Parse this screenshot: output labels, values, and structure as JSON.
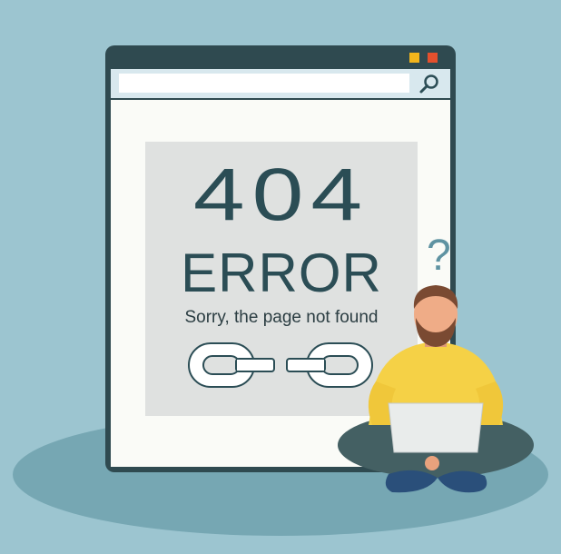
{
  "browser": {
    "address_bar": {
      "value": "",
      "placeholder": ""
    },
    "search_button_icon": "search-icon",
    "window_buttons": [
      {
        "name": "minimize",
        "color": "#f2b51c"
      },
      {
        "name": "close",
        "color": "#e4502d"
      }
    ]
  },
  "error_page": {
    "code": "404",
    "label": "ERROR",
    "message": "Sorry, the page not found",
    "broken_link_icon": "broken-chain-icon"
  },
  "illustration": {
    "question_mark": "?",
    "character": "confused-man-with-laptop"
  },
  "colors": {
    "background": "#9cc5d0",
    "accent_dark": "#2b4d55",
    "shirt": "#f5d146"
  }
}
